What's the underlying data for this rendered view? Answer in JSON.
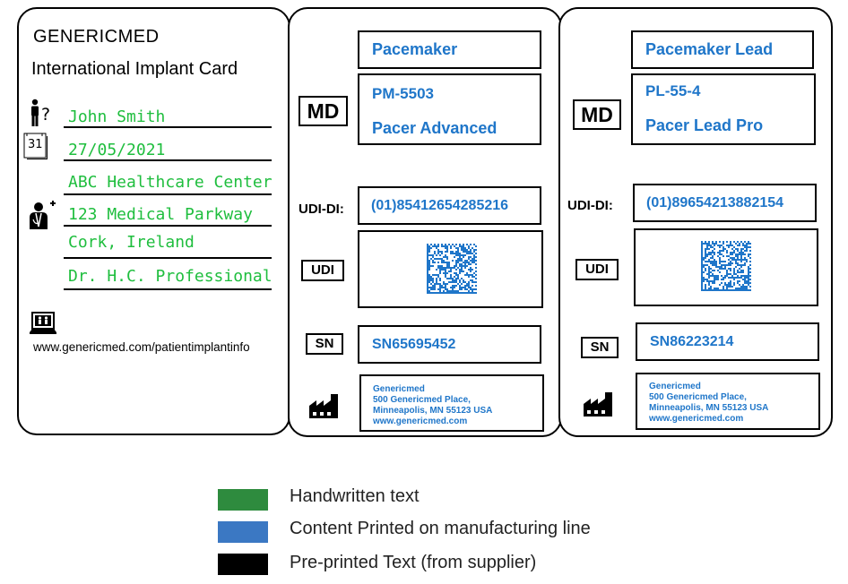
{
  "card": {
    "brand": "GENERICMED",
    "title": "International Implant Card",
    "patient_name": "John Smith",
    "implant_date": "27/05/2021",
    "calendar_number": "31",
    "healthcare_center": "ABC Healthcare Center",
    "address_line1": "123 Medical Parkway",
    "address_line2": "Cork, Ireland",
    "doctor": "Dr. H.C. Professional",
    "website": "www.genericmed.com/patientimplantinfo"
  },
  "labels": {
    "md": "MD",
    "udi_di": "UDI-DI:",
    "udi": "UDI",
    "sn": "SN"
  },
  "device1": {
    "name": "Pacemaker",
    "model": "PM-5503",
    "model_name": "Pacer Advanced",
    "udi_di": "(01)85412654285216",
    "serial": "SN65695452",
    "manufacturer": {
      "name": "Genericmed",
      "street": "500 Genericmed Place,",
      "city": "Minneapolis, MN 55123 USA",
      "web": "www.genericmed.com"
    }
  },
  "device2": {
    "name": "Pacemaker Lead",
    "model": "PL-55-4",
    "model_name": "Pacer Lead Pro",
    "udi_di": "(01)89654213882154",
    "serial": "SN86223214",
    "manufacturer": {
      "name": "Genericmed",
      "street": "500 Genericmed Place,",
      "city": "Minneapolis, MN 55123 USA",
      "web": "www.genericmed.com"
    }
  },
  "legend": [
    {
      "label": "Handwritten text",
      "color": "#2e8b3e"
    },
    {
      "label": "Content Printed on manufacturing line",
      "color": "#3b78c3"
    },
    {
      "label": "Pre-printed Text (from supplier)",
      "color": "#000000"
    }
  ],
  "icons": [
    "patient-icon",
    "calendar-icon",
    "doctor-icon",
    "info-website-icon",
    "manufacturer-icon",
    "data-matrix-icon"
  ]
}
